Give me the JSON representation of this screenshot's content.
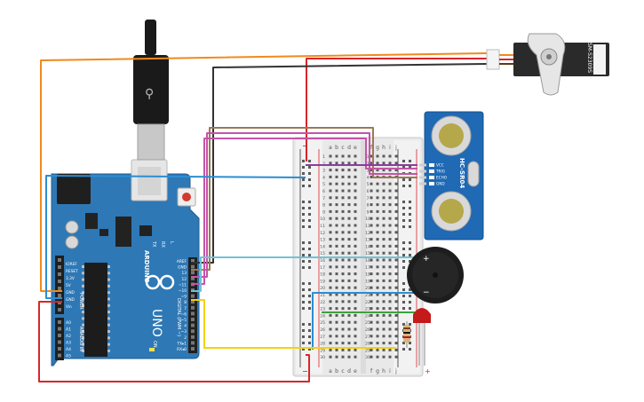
{
  "arduino": {
    "brand": "ARDUINO",
    "model": "UNO",
    "logo": "infinity-logo",
    "header_digital": "DIGITAL (PWM ~)",
    "header_power": "POWER",
    "header_analog": "ANALOG IN",
    "on_label": "ON",
    "tx_label": "TX",
    "rx_label": "RX",
    "l_label": "L",
    "power_pins": [
      "IOREF",
      "RESET",
      "3.3V",
      "5V",
      "GND",
      "GND",
      "Vin"
    ],
    "analog_pins": [
      "A0",
      "A1",
      "A2",
      "A3",
      "A4",
      "A5"
    ],
    "digital_pins": [
      "AREF",
      "GND",
      "13",
      "12",
      "~11",
      "~10",
      "~9",
      "8",
      "7",
      "~6",
      "~5",
      "4",
      "~3",
      "2",
      "TX▸1",
      "RX◂0"
    ]
  },
  "breadboard": {
    "col_letters_left": [
      "a",
      "b",
      "c",
      "d",
      "e"
    ],
    "col_letters_right": [
      "f",
      "g",
      "h",
      "i",
      "j"
    ],
    "row_numbers": [
      "1",
      "2",
      "3",
      "4",
      "5",
      "6",
      "7",
      "8",
      "9",
      "10",
      "11",
      "12",
      "13",
      "14",
      "15",
      "16",
      "17",
      "18",
      "19",
      "20",
      "21",
      "22",
      "23",
      "24",
      "25",
      "26",
      "27",
      "28",
      "29",
      "30"
    ],
    "rail_minus": "−",
    "rail_plus": "+"
  },
  "ultrasonic": {
    "model": "HC-SR04",
    "pins": [
      "VCC",
      "TRIG",
      "ECHO",
      "GND"
    ]
  },
  "servo": {
    "model": "SM-S2309S"
  },
  "buzzer": {
    "plus": "+",
    "minus": "−"
  },
  "colors": {
    "board": "#2e78b5",
    "breadboard": "#eeeeee",
    "wire_orange": "#f08a1c",
    "wire_red": "#d7262b",
    "wire_black": "#333333",
    "wire_brown": "#9b7a54",
    "wire_pink": "#c554a8",
    "wire_purple": "#8a3d9c",
    "wire_blue": "#2b8ed2",
    "wire_lightblue": "#6fc3d6",
    "wire_yellow": "#f5d10f",
    "wire_green": "#3ca23c",
    "led": "#c41a1a",
    "sensor_board": "#1f69b5"
  }
}
